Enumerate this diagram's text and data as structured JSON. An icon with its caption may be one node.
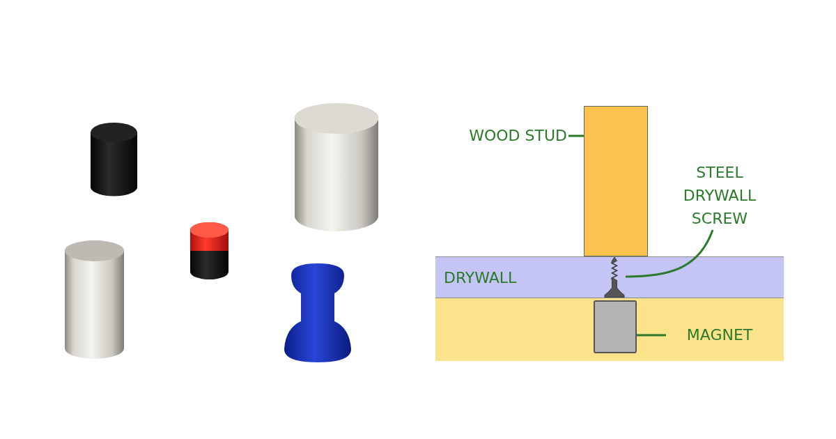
{
  "diagram": {
    "nodes": [
      {
        "text": [
          "WOOD STUD"
        ]
      },
      {
        "text": [],
        "shape": "box"
      },
      {
        "text": [
          "STEEL DRYWALL SCREW"
        ]
      },
      {
        "text": [],
        "shape": "picture",
        "in": 4
      },
      {
        "text": [
          "DRYWALL"
        ]
      },
      {
        "text": [
          "MAGNET"
        ]
      },
      {
        "text": [],
        "shape": "box"
      }
    ],
    "edges": [
      {
        "from": 0,
        "to": 1,
        "arrow": "none"
      },
      {
        "from": 2,
        "to": 3,
        "arrow": "none"
      },
      {
        "from": 5,
        "to": 6,
        "arrow": "none"
      }
    ]
  }
}
